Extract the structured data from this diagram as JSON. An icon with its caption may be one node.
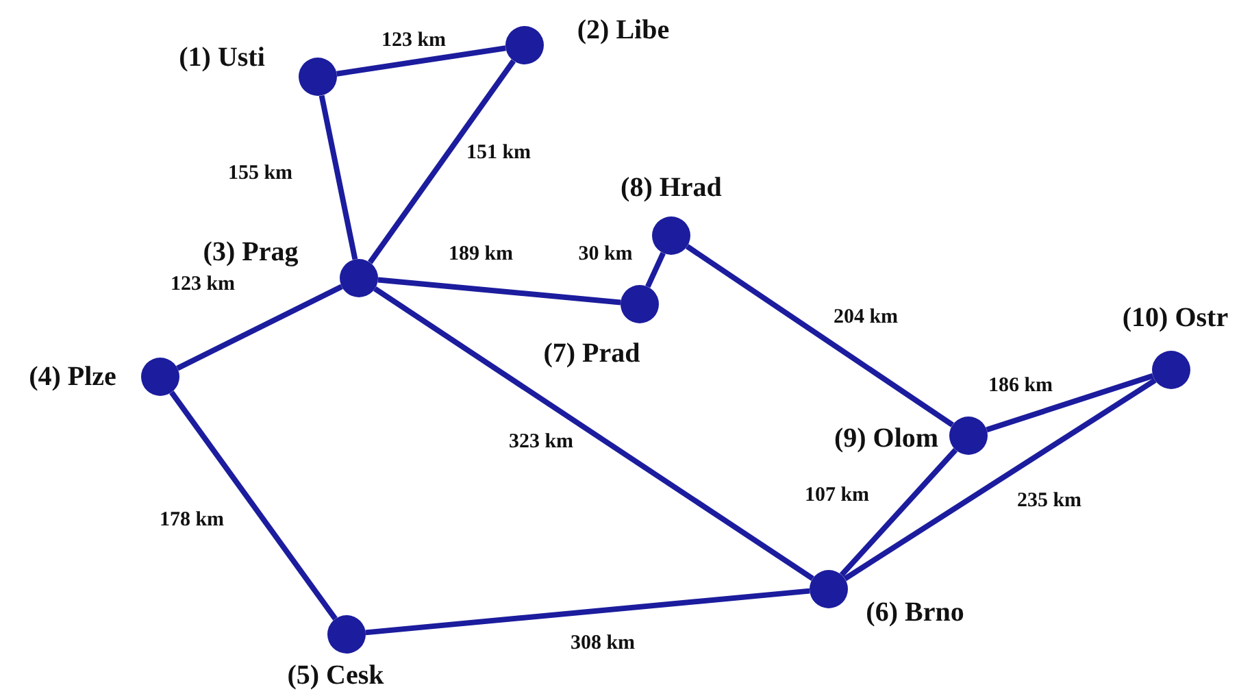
{
  "diagram": {
    "nodes": [
      {
        "text": [],
        "shape": "circle",
        "beside": [
          "(1) Usti"
        ]
      },
      {
        "text": [],
        "shape": "circle",
        "beside": [
          "(2) Libe"
        ]
      },
      {
        "text": [],
        "shape": "circle",
        "beside": [
          "(3) Prag"
        ]
      },
      {
        "text": [],
        "shape": "circle",
        "beside": [
          "(4) Plze"
        ]
      },
      {
        "text": [],
        "shape": "circle",
        "beside": [
          "(5) Cesk"
        ]
      },
      {
        "text": [],
        "shape": "circle",
        "beside": [
          "(6) Brno"
        ]
      },
      {
        "text": [],
        "shape": "circle",
        "beside": [
          "(7) Prad"
        ]
      },
      {
        "text": [],
        "shape": "circle",
        "beside": [
          "(8) Hrad"
        ]
      },
      {
        "text": [],
        "shape": "circle",
        "beside": [
          "(9) Olom"
        ]
      },
      {
        "text": [],
        "shape": "circle",
        "beside": [
          "(10) Ostr"
        ]
      }
    ],
    "edges": [
      {
        "from": 0,
        "to": 1,
        "arrow": "none",
        "label": "123 km"
      },
      {
        "from": 0,
        "to": 2,
        "arrow": "none",
        "label": "155 km"
      },
      {
        "from": 1,
        "to": 2,
        "arrow": "none",
        "label": "151 km"
      },
      {
        "from": 2,
        "to": 6,
        "arrow": "none",
        "label": "189 km"
      },
      {
        "from": 6,
        "to": 7,
        "arrow": "none",
        "label": "30 km"
      },
      {
        "from": 2,
        "to": 3,
        "arrow": "none",
        "label": "123 km"
      },
      {
        "from": 2,
        "to": 5,
        "arrow": "none",
        "label": "323 km"
      },
      {
        "from": 3,
        "to": 4,
        "arrow": "none",
        "label": "178 km"
      },
      {
        "from": 4,
        "to": 5,
        "arrow": "none",
        "label": "308 km"
      },
      {
        "from": 7,
        "to": 8,
        "arrow": "none",
        "label": "204 km"
      },
      {
        "from": 8,
        "to": 9,
        "arrow": "none",
        "label": "186 km"
      },
      {
        "from": 8,
        "to": 5,
        "arrow": "none",
        "label": "107 km"
      },
      {
        "from": 5,
        "to": 9,
        "arrow": "none",
        "label": "235 km"
      }
    ]
  }
}
